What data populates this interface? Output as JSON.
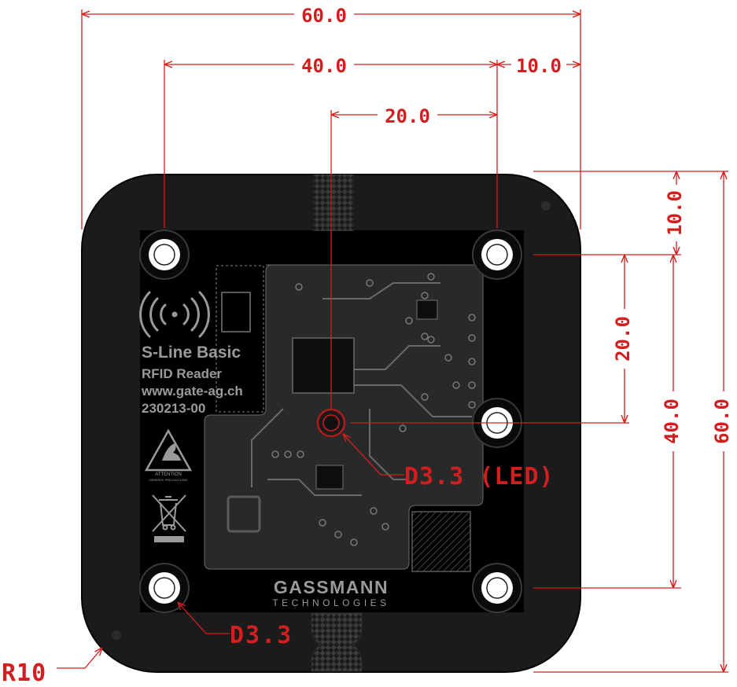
{
  "dimensions": {
    "top_overall": "60.0",
    "top_hole_span": "40.0",
    "top_right_margin": "10.0",
    "top_led_offset": "20.0",
    "right_top_margin": "10.0",
    "right_led_offset": "20.0",
    "right_hole_span": "40.0",
    "right_overall": "60.0"
  },
  "callouts": {
    "hole_diameter": "D3.3",
    "led_hole": "D3.3 (LED)",
    "corner_radius": "R10"
  },
  "silkscreen": {
    "product_name": "S-Line Basic",
    "product_type": "RFID Reader",
    "website": "www.gate-ag.ch",
    "part_code": "230213-00",
    "esd_line1": "ATTENTION",
    "esd_line2": "OBSERVE PRECAUTIONS",
    "brand": "GASSMANN",
    "brand_sub": "TECHNOLOGIES"
  },
  "icons": [
    "rfid-wave-icon",
    "esd-warning-icon",
    "weee-bin-icon"
  ],
  "colors": {
    "dimension": "#d21e1e",
    "board": "#000000",
    "frame": "#1b1b1b",
    "silkscreen": "#9a9a9a",
    "paper": "#ffffff"
  }
}
